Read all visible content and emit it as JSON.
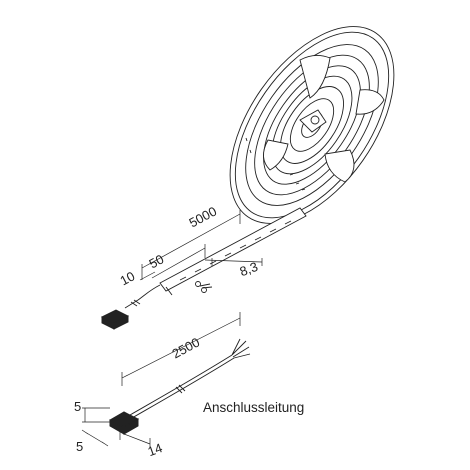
{
  "dimensions": {
    "strip_length": "5000",
    "segment_length": "50",
    "strip_end_offset": "10",
    "strip_width": "8,3",
    "cable_length": "2500",
    "connector_height": "5",
    "connector_width": "5",
    "connector_length": "14"
  },
  "caption": "Anschlussleitung",
  "colors": {
    "line": "#222222",
    "background": "#ffffff"
  }
}
